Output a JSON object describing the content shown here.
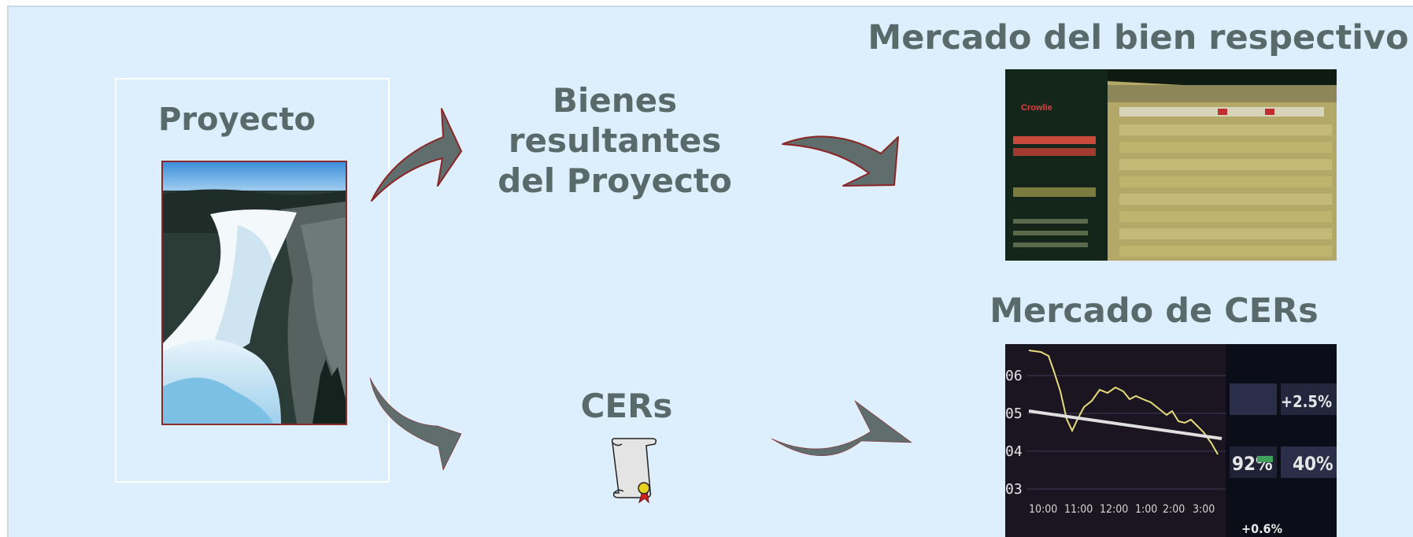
{
  "proyecto": "Proyecto",
  "bienes_lines": [
    "Bienes",
    "resultantes",
    "del Proyecto"
  ],
  "mercado_bien": "Mercado del bien respectivo",
  "mercado_cers": "Mercado de CERs",
  "cers": "CERs",
  "chart_screen": {
    "y_ticks": [
      "06",
      "05",
      "04",
      "03"
    ],
    "x_ticks": [
      "10:00",
      "11:00",
      "12:00",
      "1:00",
      "2:00",
      "3:00"
    ],
    "quotes": [
      "+2.5%",
      "92%",
      "40%",
      "+0.6%"
    ]
  },
  "trading_screen": {
    "brand": "Crowlie"
  },
  "colors": {
    "background": "#ddeefc",
    "text": "#5a6a6a",
    "arrow_fill": "#5f6e6c",
    "arrow_stroke": "#8b2525"
  },
  "icons": [
    "curved-arrow-icon",
    "certificate-scroll-icon"
  ]
}
